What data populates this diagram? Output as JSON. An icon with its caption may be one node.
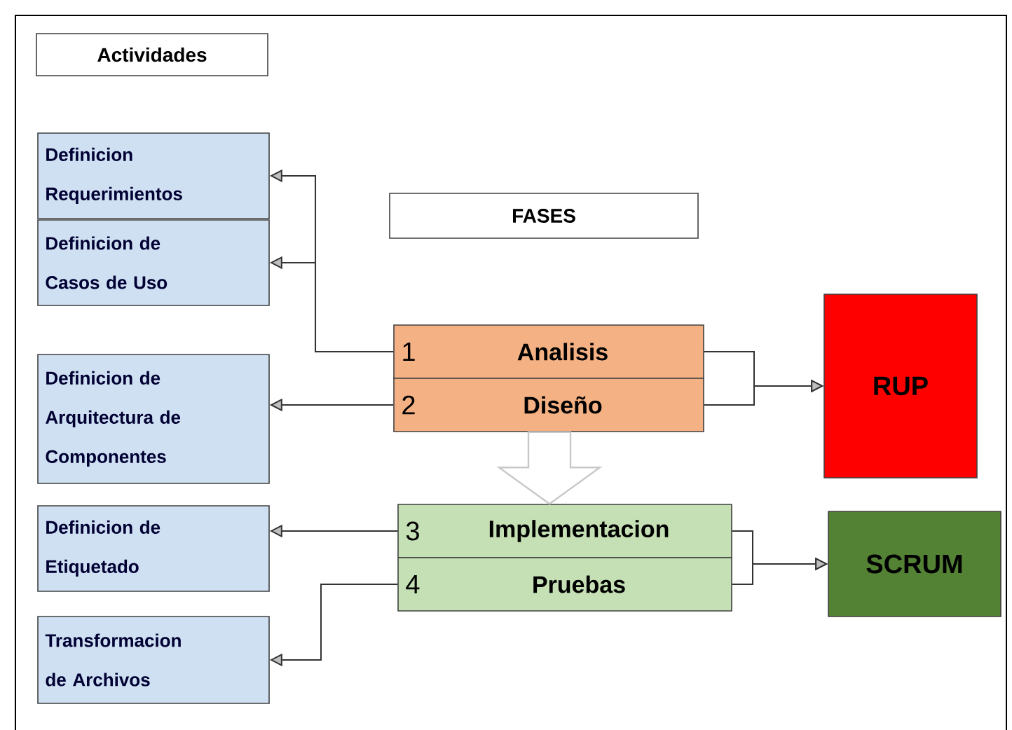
{
  "diagram": {
    "nodes": [
      {
        "text": [
          "Actividades"
        ]
      },
      {
        "text": [
          "FASES"
        ]
      },
      {
        "text": [
          "Definicion Requerimientos"
        ]
      },
      {
        "text": [
          "Definicion de Casos de Uso"
        ]
      },
      {
        "text": [
          "Definicion de Arquitectura de Componentes"
        ]
      },
      {
        "text": [
          "Definicion de Etiquetado"
        ]
      },
      {
        "text": [
          "Transformacion de Archivos"
        ]
      },
      {
        "text": [
          "1",
          "Analisis"
        ]
      },
      {
        "text": [
          "2",
          "Diseño"
        ]
      },
      {
        "text": [
          "3",
          "Implementacion"
        ]
      },
      {
        "text": [
          "4",
          "Pruebas"
        ]
      },
      {
        "text": [
          "RUP"
        ]
      },
      {
        "text": [
          "SCRUM"
        ]
      }
    ],
    "edges": [
      {
        "from": 7,
        "to": 2,
        "arrow": "to"
      },
      {
        "from": 7,
        "to": 3,
        "arrow": "to"
      },
      {
        "from": 8,
        "to": 4,
        "arrow": "to"
      },
      {
        "from": 9,
        "to": 5,
        "arrow": "to"
      },
      {
        "from": 10,
        "to": 6,
        "arrow": "to"
      },
      {
        "from": 7,
        "to": 11,
        "arrow": "to"
      },
      {
        "from": 8,
        "to": 11,
        "arrow": "to"
      },
      {
        "from": 9,
        "to": 12,
        "arrow": "to"
      },
      {
        "from": 10,
        "to": 12,
        "arrow": "to"
      },
      {
        "from": 8,
        "to": 9,
        "arrow": "to",
        "style": "thick",
        "color": "#c8c8c8"
      }
    ]
  }
}
